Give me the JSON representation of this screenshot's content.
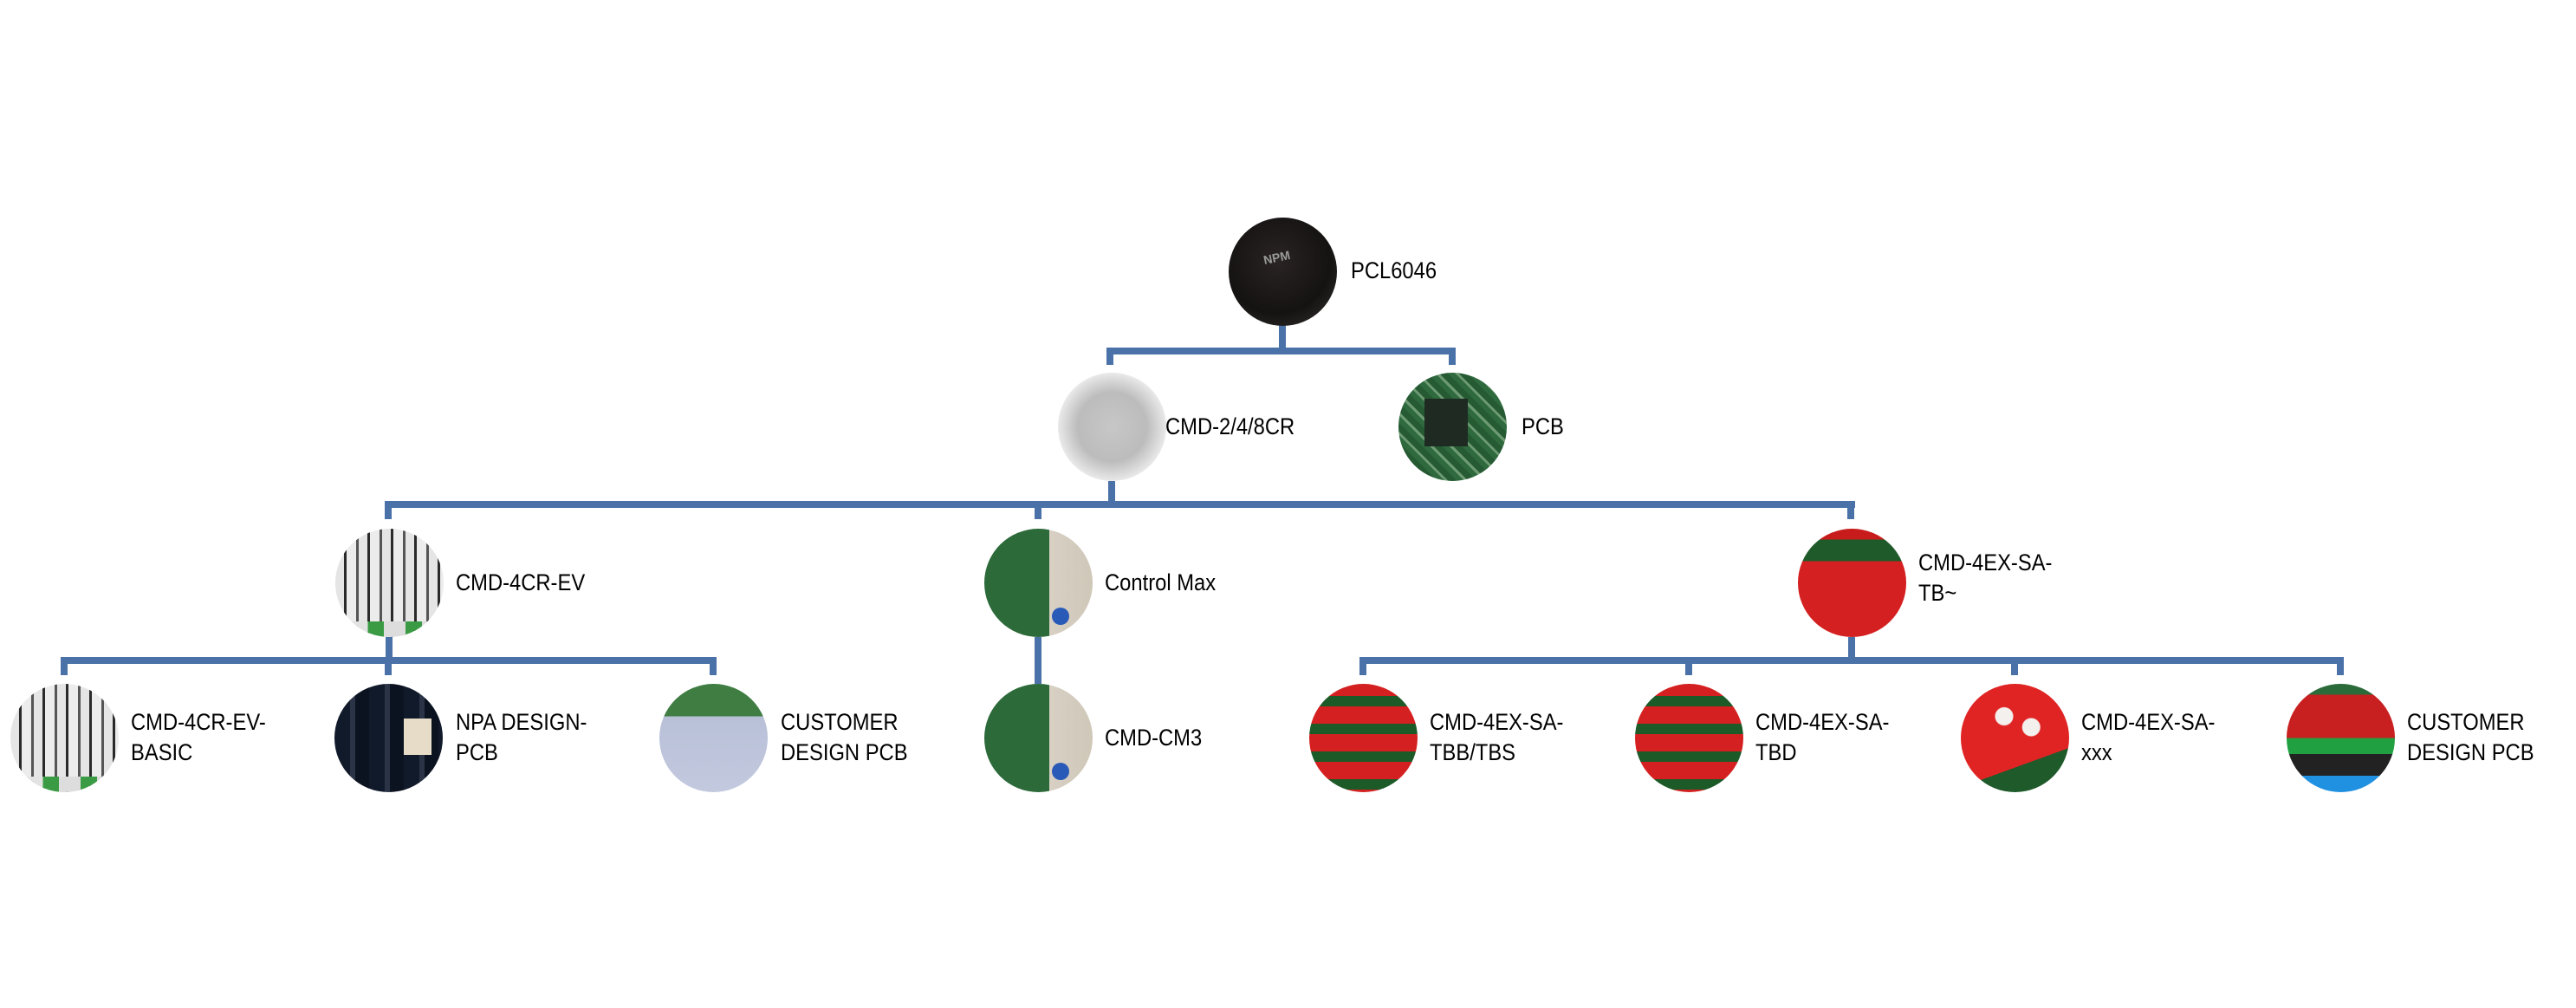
{
  "diagram": {
    "line_color": "#4a72a8",
    "nodes": {
      "root": {
        "label": "PCL6046",
        "icon": "ic-chip"
      },
      "cmd_cr": {
        "label": "CMD-2/4/8CR",
        "icon": "module"
      },
      "pcb": {
        "label": "PCB",
        "icon": "pcb-board"
      },
      "cmd_4cr_ev": {
        "label": "CMD-4CR-EV",
        "icon": "white-board"
      },
      "control_max": {
        "label": "Control Max",
        "icon": "green-board"
      },
      "cmd_4ex_sa_tb": {
        "label_line1": "CMD-4EX-SA-",
        "label_line2": "TB~",
        "icon": "red-board"
      },
      "cmd_4cr_ev_basic": {
        "label_line1": "CMD-4CR-EV-",
        "label_line2": "BASIC",
        "icon": "white-board"
      },
      "npa_design_pcb": {
        "label_line1": "NPA DESIGN-",
        "label_line2": "PCB",
        "icon": "dark-board"
      },
      "customer_design_pcb_1": {
        "label_line1": "CUSTOMER",
        "label_line2": "DESIGN PCB",
        "icon": "custom-board"
      },
      "cmd_cm3": {
        "label": "CMD-CM3",
        "icon": "green-board"
      },
      "cmd_4ex_sa_tbb": {
        "label_line1": "CMD-4EX-SA-",
        "label_line2": "TBB/TBS",
        "icon": "red-board"
      },
      "cmd_4ex_sa_tbd": {
        "label_line1": "CMD-4EX-SA-",
        "label_line2": "TBD",
        "icon": "red-board"
      },
      "cmd_4ex_sa_xxx": {
        "label_line1": "CMD-4EX-SA-",
        "label_line2": "xxx",
        "icon": "red-board"
      },
      "customer_design_pcb_2": {
        "label_line1": "CUSTOMER",
        "label_line2": "DESIGN PCB",
        "icon": "red-custom-board"
      }
    }
  }
}
